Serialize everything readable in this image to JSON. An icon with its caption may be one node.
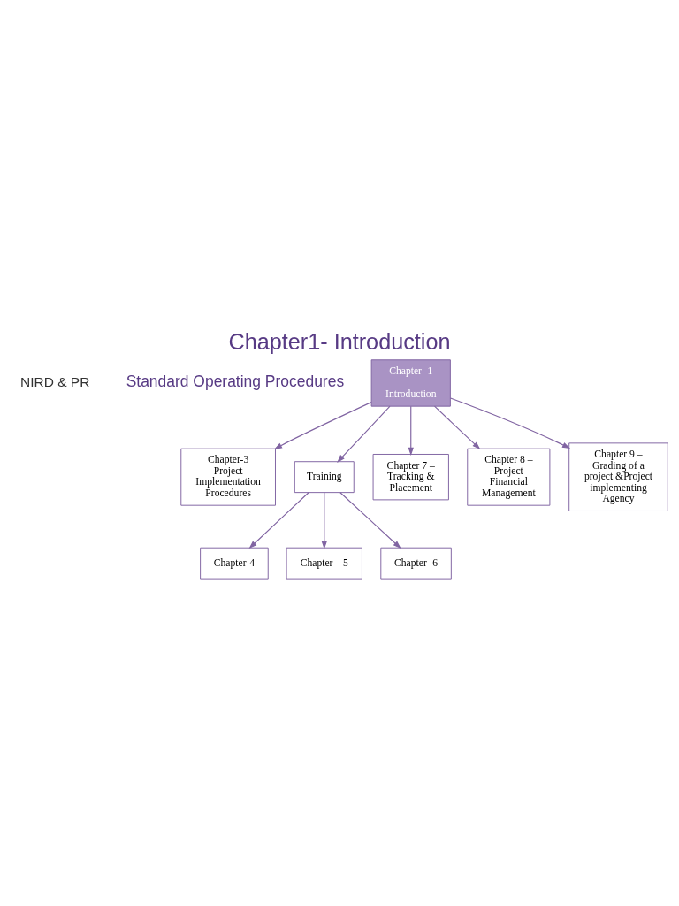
{
  "diagram": {
    "title": "Chapter1- Introduction",
    "nodes": [
      {
        "text": [
          "Chapter- 1",
          "Introduction"
        ]
      },
      {
        "text": [
          "Chapter-3 Project Implementation Procedures"
        ]
      },
      {
        "text": [
          "Training"
        ]
      },
      {
        "text": [
          "Chapter 7 – Tracking & Placement"
        ]
      },
      {
        "text": [
          "Chapter 8 – Project Financial Management"
        ]
      },
      {
        "text": [
          "Chapter 9 – Grading of a project &Project implementing Agency"
        ]
      },
      {
        "text": [
          "Chapter-4"
        ]
      },
      {
        "text": [
          "Chapter – 5"
        ]
      },
      {
        "text": [
          "Chapter- 6"
        ]
      }
    ],
    "edges": [
      {
        "from": 0,
        "to": 1,
        "arrow": "to"
      },
      {
        "from": 0,
        "to": 2,
        "arrow": "to"
      },
      {
        "from": 0,
        "to": 3,
        "arrow": "to"
      },
      {
        "from": 0,
        "to": 4,
        "arrow": "to"
      },
      {
        "from": 0,
        "to": 5,
        "arrow": "to"
      },
      {
        "from": 2,
        "to": 6,
        "arrow": "to"
      },
      {
        "from": 2,
        "to": 7,
        "arrow": "to"
      },
      {
        "from": 2,
        "to": 8,
        "arrow": "to"
      }
    ],
    "labels": [
      "NIRD & PR",
      "Standard Operating Procedures"
    ]
  }
}
